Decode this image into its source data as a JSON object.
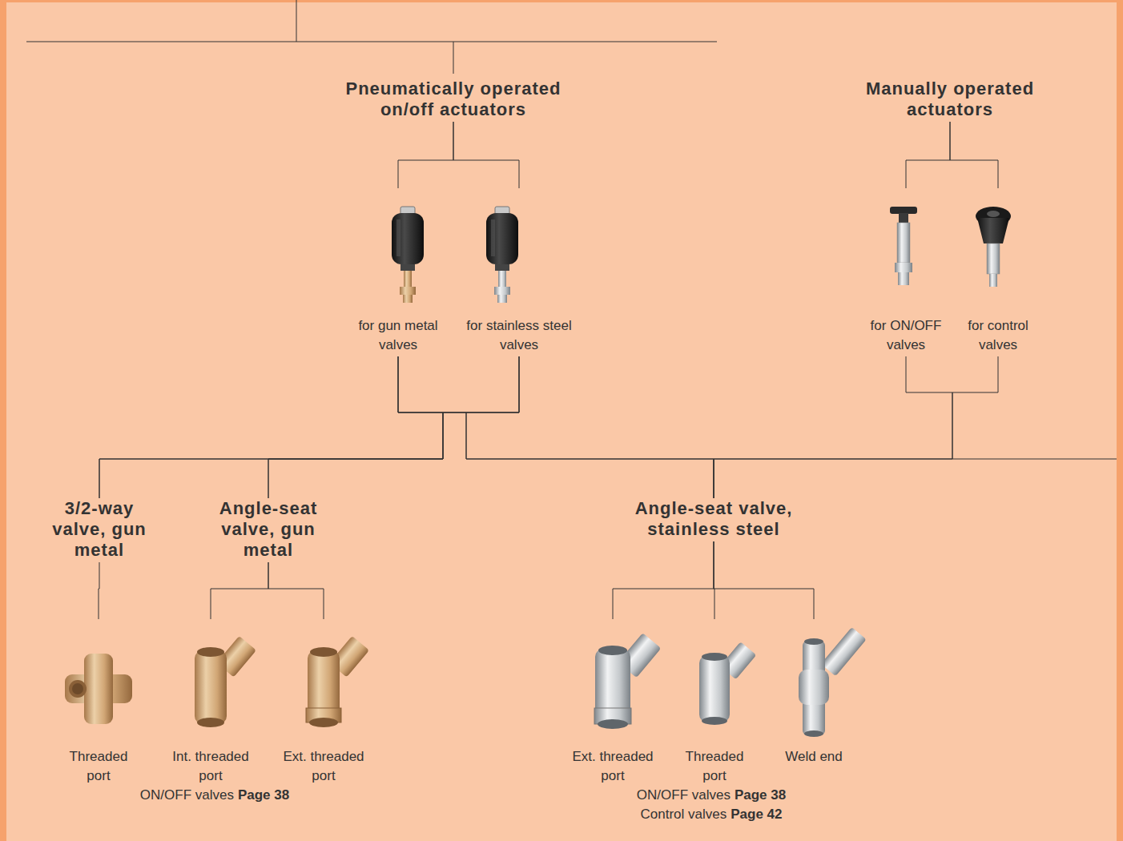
{
  "diagram": {
    "nodes": [
      {
        "text": [
          "Pneumatically operated on/off actuators"
        ]
      },
      {
        "text": [
          "Manually operated actuators"
        ]
      },
      {
        "text": [
          "for gun metal valves"
        ]
      },
      {
        "text": [
          "for stainless steel valves"
        ]
      },
      {
        "text": [
          "for ON/OFF valves"
        ]
      },
      {
        "text": [
          "for control valves"
        ]
      },
      {
        "text": [
          "3/2-way valve, gun metal"
        ]
      },
      {
        "text": [
          "Angle-seat valve, gun metal"
        ]
      },
      {
        "text": [
          "Angle-seat valve, stainless steel"
        ]
      },
      {
        "text": [
          "Threaded port"
        ]
      },
      {
        "text": [
          "Int. threaded port"
        ]
      },
      {
        "text": [
          "Ext. threaded port"
        ]
      },
      {
        "text": [
          "Ext. threaded port"
        ]
      },
      {
        "text": [
          "Threaded port"
        ]
      },
      {
        "text": [
          "Weld end"
        ]
      }
    ],
    "edges": [
      {
        "from": 0,
        "to": 2,
        "arrow": "none"
      },
      {
        "from": 0,
        "to": 3,
        "arrow": "none"
      },
      {
        "from": 1,
        "to": 4,
        "arrow": "none"
      },
      {
        "from": 1,
        "to": 5,
        "arrow": "none"
      },
      {
        "from": 2,
        "to": 6,
        "arrow": "none"
      },
      {
        "from": 2,
        "to": 7,
        "arrow": "none"
      },
      {
        "from": 2,
        "to": 8,
        "arrow": "none"
      },
      {
        "from": 3,
        "to": 6,
        "arrow": "none"
      },
      {
        "from": 3,
        "to": 7,
        "arrow": "none"
      },
      {
        "from": 3,
        "to": 8,
        "arrow": "none"
      },
      {
        "from": 4,
        "to": 8,
        "arrow": "none"
      },
      {
        "from": 5,
        "to": 8,
        "arrow": "none"
      },
      {
        "from": 6,
        "to": 9,
        "arrow": "none"
      },
      {
        "from": 7,
        "to": 10,
        "arrow": "none"
      },
      {
        "from": 7,
        "to": 11,
        "arrow": "none"
      },
      {
        "from": 8,
        "to": 12,
        "arrow": "none"
      },
      {
        "from": 8,
        "to": 13,
        "arrow": "none"
      },
      {
        "from": 8,
        "to": 14,
        "arrow": "none"
      }
    ],
    "labels": [
      "ON/OFF valves",
      "Page 38",
      "ON/OFF valves",
      "Page 38",
      "Control valves",
      "Page 42"
    ]
  }
}
